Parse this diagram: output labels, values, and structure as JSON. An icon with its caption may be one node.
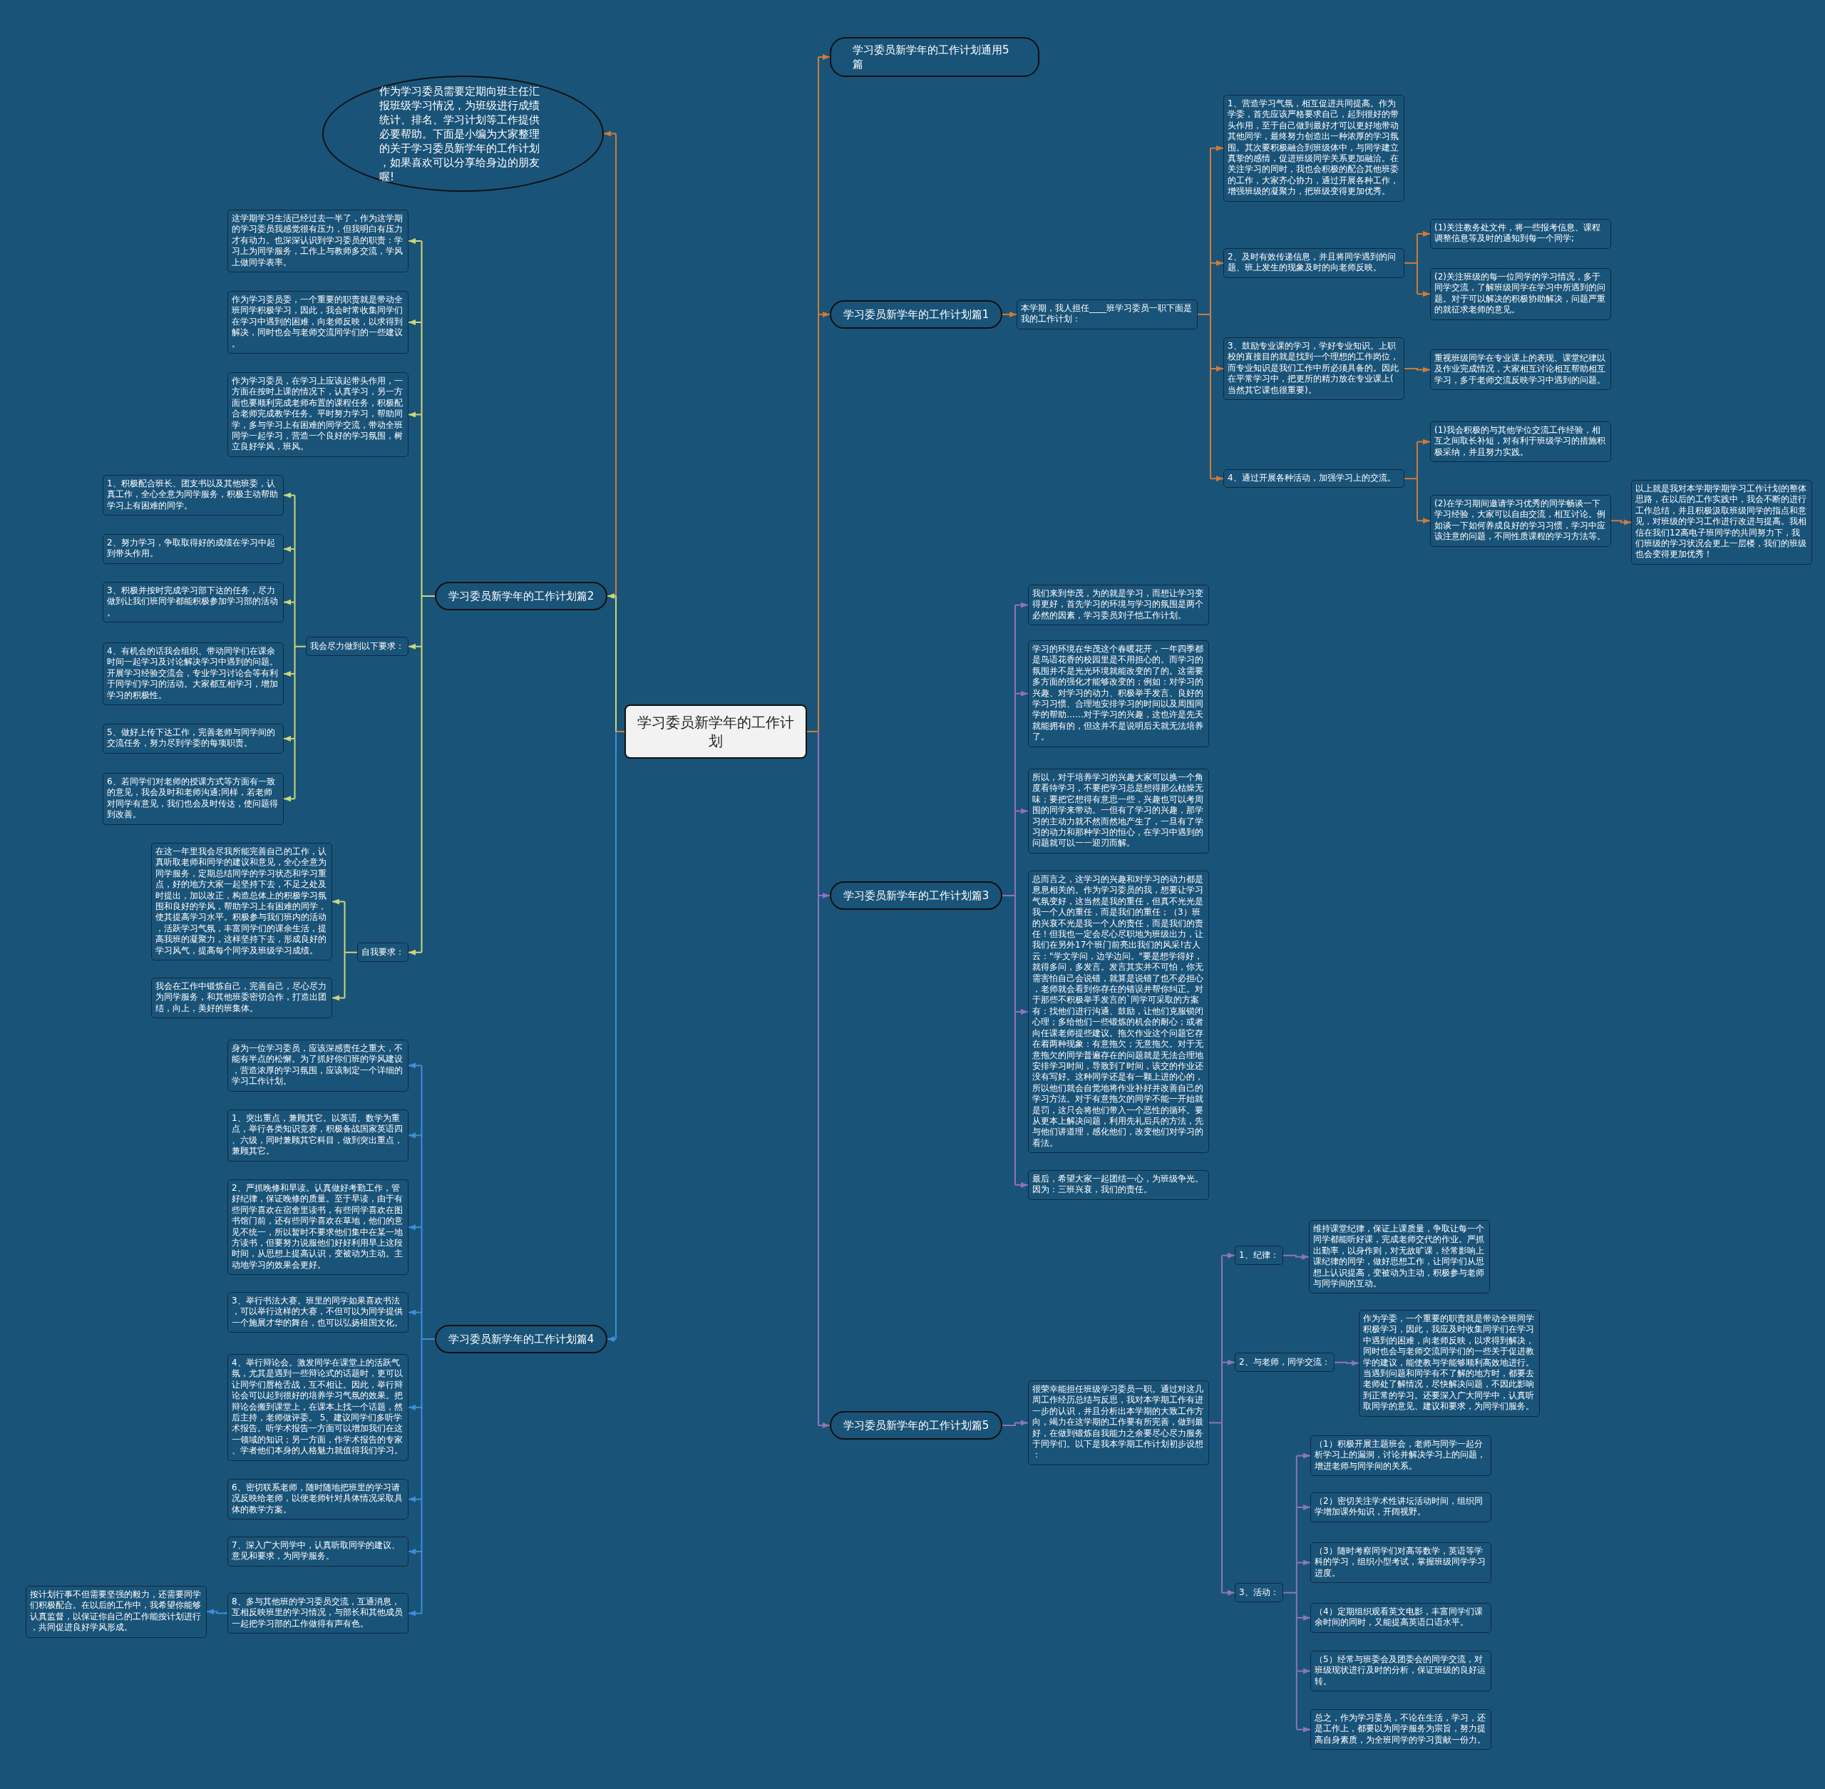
{
  "diagram": {
    "nodes": [
      {
        "text": [
          "学习委员新学年的工作计划"
        ]
      },
      {
        "text": [
          "学习委员新学年的工作计划通用5篇"
        ]
      },
      {
        "text": [
          "作为学习委员需要定期向班主任汇报班级学习情况，为班级进行成绩统计、排名、学习计划等工作提供必要帮助。下面是小编为大家整理的关于学习委员新学年的工作计划，如果喜欢可以分享给身边的朋友喔!"
        ]
      },
      {
        "text": [
          "学习委员新学年的工作计划篇1"
        ]
      },
      {
        "text": [
          "本学期，我人担任____班学习委员一职下面是我的工作计划："
        ]
      },
      {
        "text": [
          "1、营造学习气氛，相互促进共同提高。作为学委，首先应该严格要求自己，起到很好的带头作用，至于自己做到最好才可以更好地带动其他同学，最终努力创造出一种浓厚的学习氛围。其次要积极融合到班级体中，与同学建立真挚的感情，促进班级同学关系更加融洽。在关注学习的同时，我也会积极的配合其他班委的工作，大家齐心协力，通过开展各种工作，增强班级的凝聚力，把班级变得更加优秀。"
        ]
      },
      {
        "text": [
          "2、及时有效传递信息，并且将同学遇到的问题、班上发生的现象及时的向老师反映。"
        ]
      },
      {
        "text": [
          "(1)关注教务处文件，将一些报考信息、课程调整信息等及时的通知到每一个同学;"
        ]
      },
      {
        "text": [
          "(2)关注班级的每一位同学的学习情况，多于同学交流，了解班级同学在学习中所遇到的问题。对于可以解决的积极协助解决，问题严重的就征求老师的意见。"
        ]
      },
      {
        "text": [
          "3、鼓励专业课的学习，学好专业知识。上职校的直接目的就是找到一个理想的工作岗位，而专业知识是我们工作中所必须具备的。因此在平常学习中，把更所的精力放在专业课上(当然其它课也很重要)。"
        ]
      },
      {
        "text": [
          "重视班级同学在专业课上的表现、课堂纪律以及作业完成情况，大家相互讨论相互帮助相互学习，多于老师交流反映学习中遇到的问题。"
        ]
      },
      {
        "text": [
          "4、通过开展各种活动，加强学习上的交流。"
        ]
      },
      {
        "text": [
          "(1)我会积极的与其他学位交流工作经验，相互之间取长补短，对有利于班级学习的措施积极采纳，并且努力实践。"
        ]
      },
      {
        "text": [
          "(2)在学习期间邀请学习优秀的同学畅谈一下学习经验，大家可以自由交流，相互讨论。例如谈一下如何养成良好的学习习惯，学习中应该注意的问题，不同性质课程的学习方法等。"
        ]
      },
      {
        "text": [
          "以上就是我对本学期学期学习工作计划的整体思路，在以后的工作实践中，我会不断的进行工作总结，并且积极汲取班级同学的指点和意见，对班级的学习工作进行改进与提高。我相信在我们12高电子班同学的共同努力下，我们班级的学习状况会更上一层楼，我们的班级也会变得更加优秀！"
        ]
      },
      {
        "text": [
          "学习委员新学年的工作计划篇2"
        ]
      },
      {
        "text": [
          "这学期学习生活已经过去一半了，作为这学期的学习委员我感觉很有压力，但我明白有压力才有动力。也深深认识到学习委员的职责：学习上为同学服务，工作上与教师多交流，学风上做同学表率。"
        ]
      },
      {
        "text": [
          "作为学习委员委，一个重要的职责就是带动全班同学积极学习，因此，我会时常收集同学们在学习中遇到的困难，向老师反映，以求得到解决，同时也会与老师交流同学们的一些建议。"
        ]
      },
      {
        "text": [
          "作为学习委员，在学习上应该起带头作用，一方面在按时上课的情况下，认真学习，另一方面也要顺利完成老师布置的课程任务，积极配合老师完成教学任务。平时努力学习，帮助同学，多与学习上有困难的同学交流，带动全班同学一起学习，营造一个良好的学习氛围，树立良好学风，班风。"
        ]
      },
      {
        "text": [
          "我会尽力做到以下要求："
        ]
      },
      {
        "text": [
          "1、积极配合班长、团支书以及其他班委，认真工作，全心全意为同学服务，积极主动帮助学习上有困难的同学。"
        ]
      },
      {
        "text": [
          "2、努力学习，争取取得好的成绩在学习中起到带头作用。"
        ]
      },
      {
        "text": [
          "3、积极并按时完成学习部下达的任务，尽力做到让我们班同学都能积极参加学习部的活动。"
        ]
      },
      {
        "text": [
          "4、有机会的话我会组织、带动同学们在课余时间一起学习及讨论解决学习中遇到的问题。开展学习经验交流会，专业学习讨论会等有利于同学们学习的活动。大家都互相学习，增加学习的积极性。"
        ]
      },
      {
        "text": [
          "5、做好上传下达工作，完善老师与同学间的交流任务，努力尽到学委的每项职责。"
        ]
      },
      {
        "text": [
          "6、若同学们对老师的授课方式等方面有一致的意见，我会及时和老师沟通;同样，若老师对同学有意见，我们也会及时传达，使问题得到改善。"
        ]
      },
      {
        "text": [
          "自我要求："
        ]
      },
      {
        "text": [
          "在这一年里我会尽我所能完善自己的工作，认真听取老师和同学的建议和意见，全心全意为同学服务，定期总结同学的学习状态和学习重点，好的地方大家一起坚持下去，不足之处及时提出，加以改正，构造总体上的积极学习氛围和良好的学风，帮助学习上有困难的同学，使其提高学习水平。积极参与我们班内的活动，活跃学习气氛，丰富同学们的课余生活，提高我班的凝聚力，这样坚持下去，形成良好的学习风气，提高每个同学及班级学习成绩。"
        ]
      },
      {
        "text": [
          "我会在工作中锻炼自己，完善自己，尽心尽力为同学服务，和其他班委密切合作，打造出团结，向上，美好的班集体。"
        ]
      },
      {
        "text": [
          "学习委员新学年的工作计划篇3"
        ]
      },
      {
        "text": [
          "我们来到华茂，为的就是学习，而想让学习变得更好，首先学习的环境与学习的氛围是两个必然的因素，学习委员刘子恺工作计划。"
        ]
      },
      {
        "text": [
          "学习的环境在华茂这个春暖花开，一年四季都是鸟语花香的校园里是不用担心的。而学习的氛围并不是光光环境就能改变的了的。这需要多方面的强化才能够改变的；例如：对学习的兴趣、对学习的动力、积极举手发言、良好的学习习惯、合理地安排学习的时间以及周围同学的帮助……对于学习的兴趣，这也许是先天就能拥有的，但这并不是说明后天就无法培养了。"
        ]
      },
      {
        "text": [
          "所以，对于培养学习的兴趣大家可以换一个角度看待学习，不要把学习总是想得那么枯燥无味；要把它想得有意思一些，兴趣也可以考周围的同学来带动。一但有了学习的兴趣，那学习的主动力就不然而然地产生了，一旦有了学习的动力和那种学习的恒心，在学习中遇到的问题就可以一一迎刃而解。"
        ]
      },
      {
        "text": [
          "总而言之，这学习的兴趣和对学习的动力都是息息相关的。作为学习委员的我，想要让学习气氛变好，这当然是我的重任，但真不光光是我一个人的重任，而是我们的重任；（3）班的兴衰不光是我一个人的责任，而是我们的责任！但我也一定会尽心尽职地为班级出力，让我们在另外17个班门前亮出我们的风采!古人云：\"学文学问，边学边问。\"要是想学得好，就得多问，多发言。发言其实并不可怕，你无需害怕自己会说错，就算是说错了也不必担心，老师就会看到你存在的错误并帮你纠正。对于那些不积极举手发言的`同学可采取的方案有：找他们进行沟通、鼓励，让他们克服锁闭心理；多给他们一些锻炼的机会的耐心；或者向任课老师提些建议。拖欠作业这个问题它存在着两种现象：有意拖欠；无意拖欠。对于无意拖欠的同学普遍存在的问题就是无法合理地安排学习时间，导致到了时间，该交的作业还没有写好。这种同学还是有一颗上进的心的，所以他们就会自觉地将作业补好并改善自己的学习方法。对于有意拖欠的同学不能一开始就是罚，这只会将他们带入一个恶性的循环。要从更本上解决问题，利用先礼后兵的方法，先与他们讲道理，感化他们，改变他们对学习的看法。"
        ]
      },
      {
        "text": [
          "最后，希望大家一起团结一心，为班级争光。因为：三班兴衰，我们的责任。"
        ]
      },
      {
        "text": [
          "学习委员新学年的工作计划篇4"
        ]
      },
      {
        "text": [
          "身为一位学习委员，应该深感责任之重大，不能有半点的松懈。为了抓好你们班的学风建设，营造浓厚的学习氛围，应该制定一个详细的学习工作计划。"
        ]
      },
      {
        "text": [
          "1、突出重点，兼顾其它。以英语、数学为重点，举行各类知识竞赛，积极备战国家英语四、六级，同时兼顾其它科目，做到突出重点，兼顾其它。"
        ]
      },
      {
        "text": [
          "2、严抓晚修和早读。认真做好考勤工作，管好纪律，保证晚修的质量。至于早读，由于有些同学喜欢在宿舍里读书，有些同学喜欢在图书馆门前，还有些同学喜欢在草地，他们的意见不统一，所以暂时不要求他们集中在某一地方读书，但要努力说服他们好好利用早上这段时间，从思想上提高认识，变被动为主动。主动地学习的效果会更好。"
        ]
      },
      {
        "text": [
          "3、举行书法大赛。班里的同学如果喜欢书法，可以举行这样的大赛，不但可以为同学提供一个施展才华的舞台，也可以弘扬祖国文化。"
        ]
      },
      {
        "text": [
          "4、举行辩论会。激发同学在课堂上的活跃气氛，尤其是遇到一些辩论式的话题时，更可以让同学们唇枪舌战，互不相让。因此，举行辩论会可以起到很好的培养学习气氛的效果。把辩论会搬到课堂上，在课本上找一个话题，然后主持，老师做评委。 5、建议同学们多听学术报告。听学术报告一方面可以增加我们在这一领域的知识；另一方面，作学术报告的专家、学者他们本身的人格魅力就值得我们学习。"
        ]
      },
      {
        "text": [
          "6、密切联系老师，随时随地把班里的学习请况反映给老师，以便老师针对具体情况采取具体的教学方案。"
        ]
      },
      {
        "text": [
          "7、深入广大同学中，认真听取同学的建议、意见和要求，为同学服务。"
        ]
      },
      {
        "text": [
          "8、多与其他班的学习委员交流，互通消息，互相反映班里的学习情况，与部长和其他成员一起把学习部的工作做得有声有色。"
        ]
      },
      {
        "text": [
          "按计划行事不但需要坚强的毅力，还需要同学们积极配合。在以后的工作中，我希望你能够认真监督，以保证你自己的工作能按计划进行，共同促进良好学风形成。"
        ]
      },
      {
        "text": [
          "学习委员新学年的工作计划篇5"
        ]
      },
      {
        "text": [
          "很荣幸能担任班级学习委员一职。通过对这几周工作经历总结与反思，我对本学期工作有进一步的认识，并且分析出本学期的大致工作方向，竭力在这学期的工作要有所完善，做到最好，在做到锻炼自我能力之余要尽心尽力服务于同学们。以下是我本学期工作计划初步设想："
        ]
      },
      {
        "text": [
          "1、纪律："
        ]
      },
      {
        "text": [
          "维持课堂纪律，保证上课质量，争取让每一个同学都能听好课，完成老师交代的作业。严抓出勤率，以身作则，对无故旷课，经常影响上课纪律的同学，做好思想工作，让同学们从思想上认识提高，变被动为主动，积极参与老师与同学间的互动。"
        ]
      },
      {
        "text": [
          "2、与老师，同学交流："
        ]
      },
      {
        "text": [
          "作为学委，一个重要的职责就是带动全班同学积极学习，因此，我应及时收集同学们在学习中遇到的困难，向老师反映，以求得到解决，同时也会与老师交流同学们的一些关于促进教学的建议，能使教与学能够顺利高效地进行。当遇到问题和同学有不了解的地方时，都要去老师处了解情况，尽快解决问题，不因此影响到正常的学习。还要深入广大同学中，认真听取同学的意见、建议和要求，为同学们服务。"
        ]
      },
      {
        "text": [
          "3、活动："
        ]
      },
      {
        "text": [
          "（1）积极开展主题班会，老师与同学一起分析学习上的漏洞，讨论并解决学习上的问题，增进老师与同学间的关系。"
        ]
      },
      {
        "text": [
          "（2）密切关注学术性讲坛活动时间，组织同学增加课外知识，开阔视野。"
        ]
      },
      {
        "text": [
          "（3）随时考察同学们对高等数学，英语等学科的学习，组织小型考试，掌握班级同学学习进度。"
        ]
      },
      {
        "text": [
          "（4）定期组织观看英文电影，丰富同学们课余时间的同时，又能提高英语口语水平。"
        ]
      },
      {
        "text": [
          "（5）经常与班委会及团委会的同学交流，对班级现状进行及时的分析，保证班级的良好运转。"
        ]
      },
      {
        "text": [
          "总之，作为学习委员，不论在生活，学习，还是工作上，都要以为同学服务为宗旨，努力提高自身素质，为全班同学的学习贡献一份力。"
        ]
      }
    ],
    "edges": [
      {
        "from": 0,
        "to": 1,
        "arrow": "to",
        "color": "#cf7b3a"
      },
      {
        "from": 0,
        "to": 2,
        "arrow": "to",
        "color": "#cf7b3a"
      },
      {
        "from": 0,
        "to": 3,
        "arrow": "to",
        "color": "#cf7b3a"
      },
      {
        "from": 3,
        "to": 4,
        "arrow": "to",
        "color": "#cf7b3a"
      },
      {
        "from": 4,
        "to": 5,
        "arrow": "to",
        "color": "#cf7b3a"
      },
      {
        "from": 4,
        "to": 6,
        "arrow": "to",
        "color": "#cf7b3a"
      },
      {
        "from": 6,
        "to": 7,
        "arrow": "to",
        "color": "#cf7b3a"
      },
      {
        "from": 6,
        "to": 8,
        "arrow": "to",
        "color": "#cf7b3a"
      },
      {
        "from": 4,
        "to": 9,
        "arrow": "to",
        "color": "#cf7b3a"
      },
      {
        "from": 9,
        "to": 10,
        "arrow": "to",
        "color": "#cf7b3a"
      },
      {
        "from": 4,
        "to": 11,
        "arrow": "to",
        "color": "#cf7b3a"
      },
      {
        "from": 11,
        "to": 12,
        "arrow": "to",
        "color": "#cf7b3a"
      },
      {
        "from": 11,
        "to": 13,
        "arrow": "to",
        "color": "#cf7b3a"
      },
      {
        "from": 13,
        "to": 14,
        "arrow": "to",
        "color": "#cf7b3a"
      },
      {
        "from": 0,
        "to": 15,
        "arrow": "to",
        "color": "#cbd87a"
      },
      {
        "from": 15,
        "to": 16,
        "arrow": "to",
        "color": "#cbd87a"
      },
      {
        "from": 15,
        "to": 17,
        "arrow": "to",
        "color": "#cbd87a"
      },
      {
        "from": 15,
        "to": 18,
        "arrow": "to",
        "color": "#cbd87a"
      },
      {
        "from": 15,
        "to": 19,
        "arrow": "to",
        "color": "#cbd87a"
      },
      {
        "from": 19,
        "to": 20,
        "arrow": "to",
        "color": "#cbd87a"
      },
      {
        "from": 19,
        "to": 21,
        "arrow": "to",
        "color": "#cbd87a"
      },
      {
        "from": 19,
        "to": 22,
        "arrow": "to",
        "color": "#cbd87a"
      },
      {
        "from": 19,
        "to": 23,
        "arrow": "to",
        "color": "#cbd87a"
      },
      {
        "from": 19,
        "to": 24,
        "arrow": "to",
        "color": "#cbd87a"
      },
      {
        "from": 19,
        "to": 25,
        "arrow": "to",
        "color": "#cbd87a"
      },
      {
        "from": 15,
        "to": 26,
        "arrow": "to",
        "color": "#cbd87a"
      },
      {
        "from": 26,
        "to": 27,
        "arrow": "to",
        "color": "#cbd87a"
      },
      {
        "from": 26,
        "to": 28,
        "arrow": "to",
        "color": "#cbd87a"
      },
      {
        "from": 0,
        "to": 29,
        "arrow": "to",
        "color": "#9270c0"
      },
      {
        "from": 29,
        "to": 30,
        "arrow": "to",
        "color": "#9270c0"
      },
      {
        "from": 29,
        "to": 31,
        "arrow": "to",
        "color": "#9270c0"
      },
      {
        "from": 29,
        "to": 32,
        "arrow": "to",
        "color": "#9270c0"
      },
      {
        "from": 29,
        "to": 33,
        "arrow": "to",
        "color": "#9270c0"
      },
      {
        "from": 29,
        "to": 34,
        "arrow": "to",
        "color": "#9270c0"
      },
      {
        "from": 0,
        "to": 35,
        "arrow": "to",
        "color": "#3c8fd9"
      },
      {
        "from": 35,
        "to": 36,
        "arrow": "to",
        "color": "#3c8fd9"
      },
      {
        "from": 35,
        "to": 37,
        "arrow": "to",
        "color": "#3c8fd9"
      },
      {
        "from": 35,
        "to": 38,
        "arrow": "to",
        "color": "#3c8fd9"
      },
      {
        "from": 35,
        "to": 39,
        "arrow": "to",
        "color": "#3c8fd9"
      },
      {
        "from": 35,
        "to": 40,
        "arrow": "to",
        "color": "#3c8fd9"
      },
      {
        "from": 35,
        "to": 41,
        "arrow": "to",
        "color": "#3c8fd9"
      },
      {
        "from": 35,
        "to": 42,
        "arrow": "to",
        "color": "#3c8fd9"
      },
      {
        "from": 35,
        "to": 43,
        "arrow": "to",
        "color": "#3c8fd9"
      },
      {
        "from": 43,
        "to": 44,
        "arrow": "to",
        "color": "#3c8fd9"
      },
      {
        "from": 0,
        "to": 45,
        "arrow": "to",
        "color": "#8a78b0"
      },
      {
        "from": 45,
        "to": 46,
        "arrow": "to",
        "color": "#8a78b0"
      },
      {
        "from": 46,
        "to": 47,
        "arrow": "to",
        "color": "#8a78b0"
      },
      {
        "from": 47,
        "to": 48,
        "arrow": "to",
        "color": "#8a78b0"
      },
      {
        "from": 46,
        "to": 49,
        "arrow": "to",
        "color": "#8a78b0"
      },
      {
        "from": 49,
        "to": 50,
        "arrow": "to",
        "color": "#8a78b0"
      },
      {
        "from": 46,
        "to": 51,
        "arrow": "to",
        "color": "#8a78b0"
      },
      {
        "from": 51,
        "to": 52,
        "arrow": "to",
        "color": "#8a78b0"
      },
      {
        "from": 51,
        "to": 53,
        "arrow": "to",
        "color": "#8a78b0"
      },
      {
        "from": 51,
        "to": 54,
        "arrow": "to",
        "color": "#8a78b0"
      },
      {
        "from": 51,
        "to": 55,
        "arrow": "to",
        "color": "#8a78b0"
      },
      {
        "from": 51,
        "to": 56,
        "arrow": "to",
        "color": "#8a78b0"
      },
      {
        "from": 51,
        "to": 57,
        "arrow": "to",
        "color": "#8a78b0"
      }
    ]
  }
}
